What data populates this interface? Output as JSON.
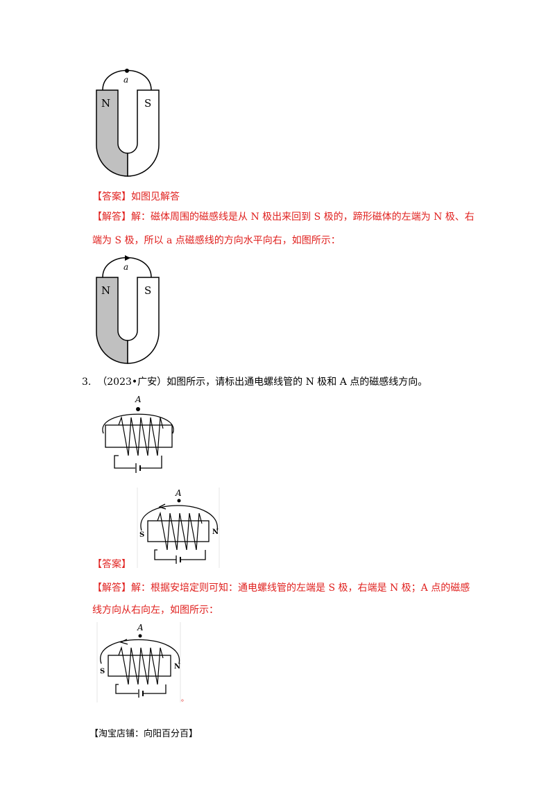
{
  "fig1": {
    "point_label": "a",
    "north_label": "N",
    "south_label": "S"
  },
  "answer1": {
    "tag": "【答案】",
    "text": "如图见解答"
  },
  "solution1": {
    "tag": "【解答】",
    "line1": "解：磁体周围的磁感线是从 N 极出来回到 S 极的，蹄形磁体的左端为 N 极、右",
    "line2": "端为 S 极，所以 a 点磁感线的方向水平向右，如图所示："
  },
  "fig2": {
    "point_label": "a",
    "north_label": "N",
    "south_label": "S"
  },
  "question3": {
    "number": "3.",
    "text": "（2023•广安）如图所示，请标出通电螺线管的 N 极和 A 点的磁感线方向。"
  },
  "fig3": {
    "point_label": "A"
  },
  "answer3": {
    "tag": "【答案】"
  },
  "fig4": {
    "point_label": "A",
    "left_label": "S",
    "right_label": "N"
  },
  "solution3": {
    "tag": "【解答】",
    "line1": "解：根据安培定则可知：通电螺线管的左端是 S 极，右端是 N 极；A 点的磁感",
    "line2": "线方向从右向左，如图所示："
  },
  "fig5": {
    "point_label": "A",
    "left_label": "S",
    "right_label": "N"
  },
  "end_mark": "。",
  "footer": "【淘宝店铺：向阳百分百】",
  "colors": {
    "accent_red": "#e0201e",
    "magnet_gray": "#c0c0c0"
  }
}
